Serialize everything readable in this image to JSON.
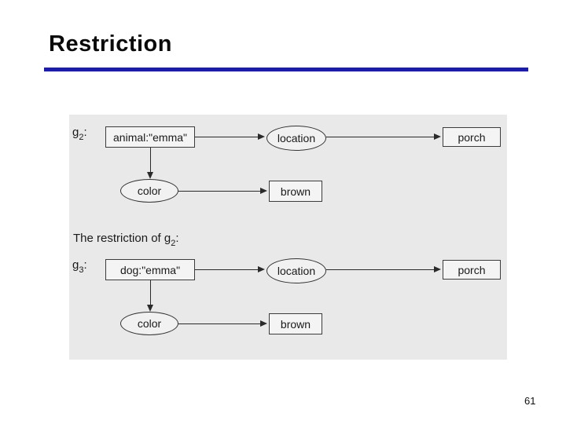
{
  "slide": {
    "title": "Restriction",
    "page_number": "61"
  },
  "colors": {
    "accent_rule": "#1c1cab",
    "panel_background": "#e9e9e9",
    "node_fill": "#f4f4f4",
    "node_border": "#3c3c3c",
    "arrow": "#2a2a2a",
    "title_text": "#0a0a0a"
  },
  "diagram": {
    "caption": {
      "prefix": "The restriction of g",
      "sub": "2",
      "suffix": ":"
    },
    "graphs": [
      {
        "label": {
          "base": "g",
          "sub": "2",
          "suffix": ":"
        },
        "nodes": {
          "main": "animal:\"emma\"",
          "location": "location",
          "porch": "porch",
          "color": "color",
          "brown": "brown"
        }
      },
      {
        "label": {
          "base": "g",
          "sub": "3",
          "suffix": ":"
        },
        "nodes": {
          "main": "dog:\"emma\"",
          "location": "location",
          "porch": "porch",
          "color": "color",
          "brown": "brown"
        }
      }
    ]
  }
}
